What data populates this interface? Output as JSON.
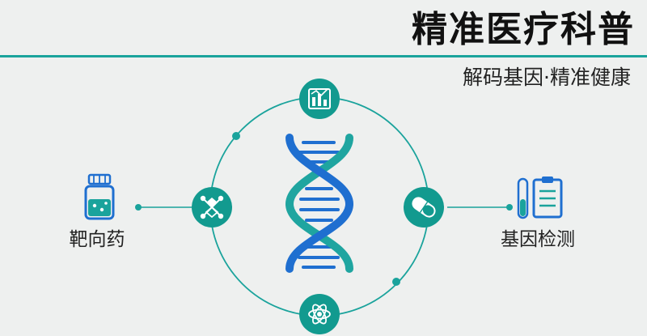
{
  "header": {
    "title": "精准医疗科普",
    "subtitle": "解码基因·精准健康"
  },
  "diagram": {
    "left_item": {
      "label": "靶向药",
      "icon": "medicine-bottle-icon"
    },
    "right_item": {
      "label": "基因检测",
      "icon": "test-tube-clipboard-icon"
    },
    "center_icon": "dna-helix-icon",
    "orbit_icons": [
      "chart-icon",
      "capsule-icon",
      "atom-icon",
      "molecule-icon"
    ]
  },
  "colors": {
    "teal": "#1aa39c",
    "dna_blue": "#1f6fd0",
    "dna_teal": "#1fa5a0",
    "background": "#eef0ef",
    "text": "#111111"
  }
}
